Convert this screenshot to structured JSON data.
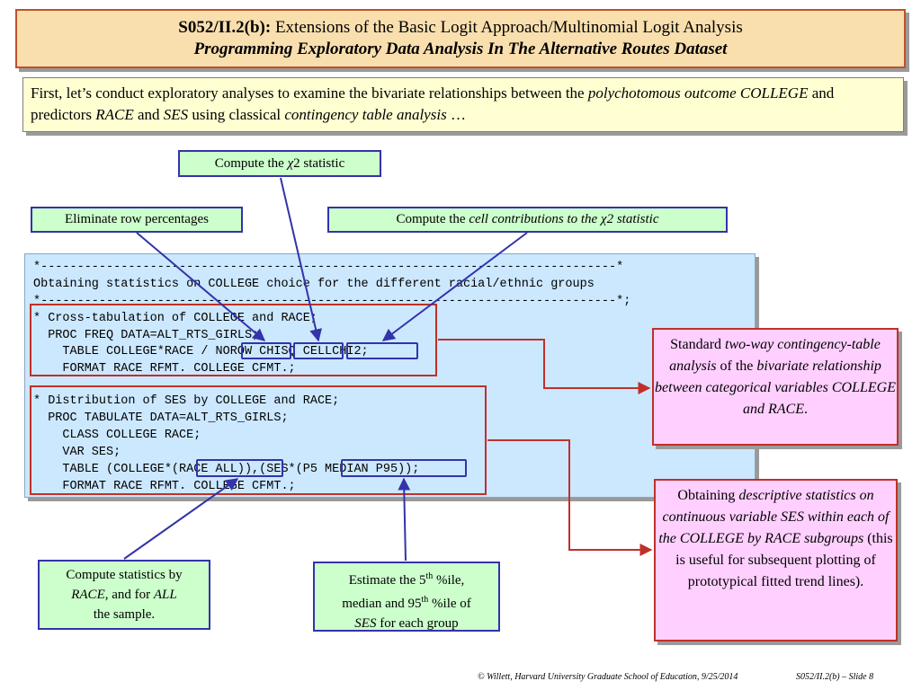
{
  "title": {
    "code": "S052/II.2(b):",
    "line1": "Extensions of the Basic Logit Approach/Multinomial Logit Analysis",
    "line2": "Programming Exploratory Data Analysis In The Alternative Routes Dataset"
  },
  "intro": {
    "p1": "First, let’s conduct exploratory analyses to examine the bivariate relationships between the ",
    "i1": "polychotomous outcome COLLEGE",
    "p2": " and predictors ",
    "i2": "RACE",
    "p3": " and  ",
    "i3": "SES",
    "p4": " using classical ",
    "i4": "contingency table analysis",
    "p5": " …"
  },
  "callouts": {
    "chi2_prefix": "Compute the ",
    "chi2_symbol": "χ",
    "chi2_suffix": "2 statistic",
    "rowpct": "Eliminate row percentages",
    "cellchi2_prefix": "Compute the ",
    "cellchi2_italic": "cell contributions to the  ",
    "cellchi2_symbol": "χ",
    "cellchi2_suffix": "2 statistic",
    "race_l1": "Compute statistics by",
    "race_i1": "RACE",
    "race_l2": ", and for ",
    "race_i2": "ALL",
    "race_l3": "the sample.",
    "pct_l1a": "Estimate the 5",
    "pct_sup1": "th",
    "pct_l1b": " %ile,",
    "pct_l2a": "median and 95",
    "pct_sup2": "th",
    "pct_l2b": " %ile of",
    "pct_i": "SES",
    "pct_l3": " for each group"
  },
  "code": {
    "lines": [
      "*-------------------------------------------------------------------------------*",
      "Obtaining statistics on COLLEGE choice for the different racial/ethnic groups",
      "*-------------------------------------------------------------------------------*;",
      "* Cross-tabulation of COLLEGE and RACE;",
      "  PROC FREQ DATA=ALT_RTS_GIRLS;",
      "    TABLE COLLEGE*RACE / NOROW CHISQ CELLCHI2;",
      "    FORMAT RACE RFMT. COLLEGE CFMT.;",
      "",
      "* Distribution of SES by COLLEGE and RACE;",
      "  PROC TABULATE DATA=ALT_RTS_GIRLS;",
      "    CLASS COLLEGE RACE;",
      "    VAR SES;",
      "    TABLE (COLLEGE*(RACE ALL)),(SES*(P5 MEDIAN P95));",
      "    FORMAT RACE RFMT. COLLEGE CFMT.;"
    ]
  },
  "notes": {
    "standard": {
      "t1": "Standard ",
      "i1": "two-way contingency-table analysis",
      "t2": " of the ",
      "i2": "bivariate relationship between categorical variables COLLEGE and RACE",
      "t3": "."
    },
    "descr": {
      "t1": "Obtaining ",
      "i1": "descriptive statistics on continuous variable  SES within each of the COLLEGE by RACE subgroups",
      "t2": " (this is useful for subsequent plotting of prototypical fitted trend lines)."
    }
  },
  "footer": {
    "left": "© Willett, Harvard University Graduate School of Education, 9/25/2014",
    "right": "S052/II.2(b) – Slide 8"
  },
  "colors": {
    "title_bg": "#f9dfae",
    "intro_bg": "#ffffd2",
    "callout_bg": "#ccffcc",
    "code_bg": "#cce8ff",
    "note_bg": "#ffd0ff",
    "frame_red": "#c0302a",
    "frame_blue": "#3333aa"
  }
}
